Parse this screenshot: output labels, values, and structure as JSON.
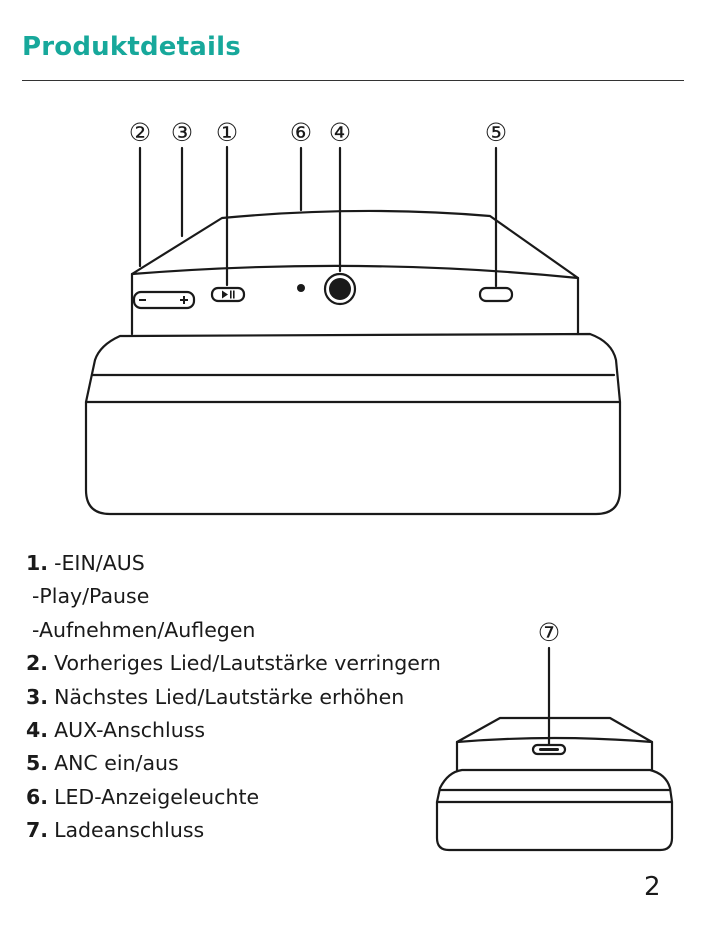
{
  "header": {
    "title": "Produktdetails"
  },
  "diagram": {
    "callouts": [
      "②",
      "③",
      "①",
      "⑥",
      "④",
      "⑤",
      "⑦"
    ]
  },
  "features": [
    {
      "num": "1.",
      "lines": [
        "-EIN/AUS",
        "-Play/Pause",
        "-Aufnehmen/Auflegen"
      ]
    },
    {
      "num": "2.",
      "lines": [
        "Vorheriges Lied/Lautstärke verringern"
      ]
    },
    {
      "num": "3.",
      "lines": [
        "Nächstes Lied/Lautstärke erhöhen"
      ]
    },
    {
      "num": "4.",
      "lines": [
        "AUX-Anschluss"
      ]
    },
    {
      "num": "5.",
      "lines": [
        "ANC ein/aus"
      ]
    },
    {
      "num": "6.",
      "lines": [
        "LED-Anzeigeleuchte"
      ]
    },
    {
      "num": "7.",
      "lines": [
        "Ladeanschluss"
      ]
    }
  ],
  "footer": {
    "page_number": "2"
  }
}
